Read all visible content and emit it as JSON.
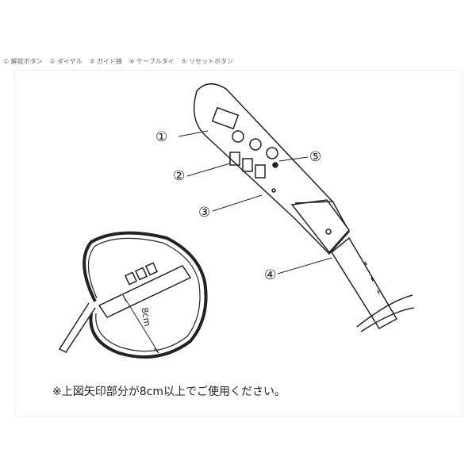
{
  "legend": [
    "① 解錠ボタン",
    "② ダイヤル",
    "③ ガイド線",
    "④ ケーブルタイ",
    "⑤ リセットボタン"
  ],
  "callouts": [
    "①",
    "②",
    "③",
    "④",
    "⑤"
  ],
  "measure_label": "8cm",
  "note": "※上図矢印部分が8cm以上でご使用ください。"
}
